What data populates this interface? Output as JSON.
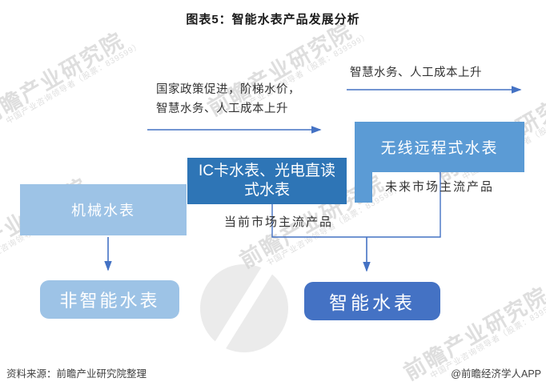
{
  "title": "图表5：智能水表产品发展分析",
  "annotations": {
    "left_line1": "国家政策促进，阶梯水价，",
    "left_line2": "智慧水务、人工成本上升",
    "top_right": "智慧水务、人工成本上升"
  },
  "boxes": {
    "mechanical": {
      "label": "机械水表",
      "color": "#9DC3E6"
    },
    "ic_card": {
      "line1": "IC卡水表、光电直读",
      "line2": "式水表",
      "color": "#2E75B6"
    },
    "wireless": {
      "label": "无线远程式水表",
      "color": "#5B9BD5"
    },
    "non_smart": {
      "label": "非智能水表",
      "color": "#9DC3E6"
    },
    "smart": {
      "label": "智能水表",
      "color": "#4472C4"
    }
  },
  "sublabels": {
    "current": "当前市场主流产品",
    "future": "未来市场主流产品"
  },
  "watermark": {
    "main": "前瞻产业研究院",
    "sub": "中国产业咨询领导者（股票：839599）"
  },
  "footer": {
    "source": "资料来源：前瞻产业研究院整理",
    "brand": "@前瞻经济学人APP"
  },
  "colors": {
    "connector": "#4472C4",
    "text": "#333333",
    "watermark": "#d9d9d9"
  }
}
